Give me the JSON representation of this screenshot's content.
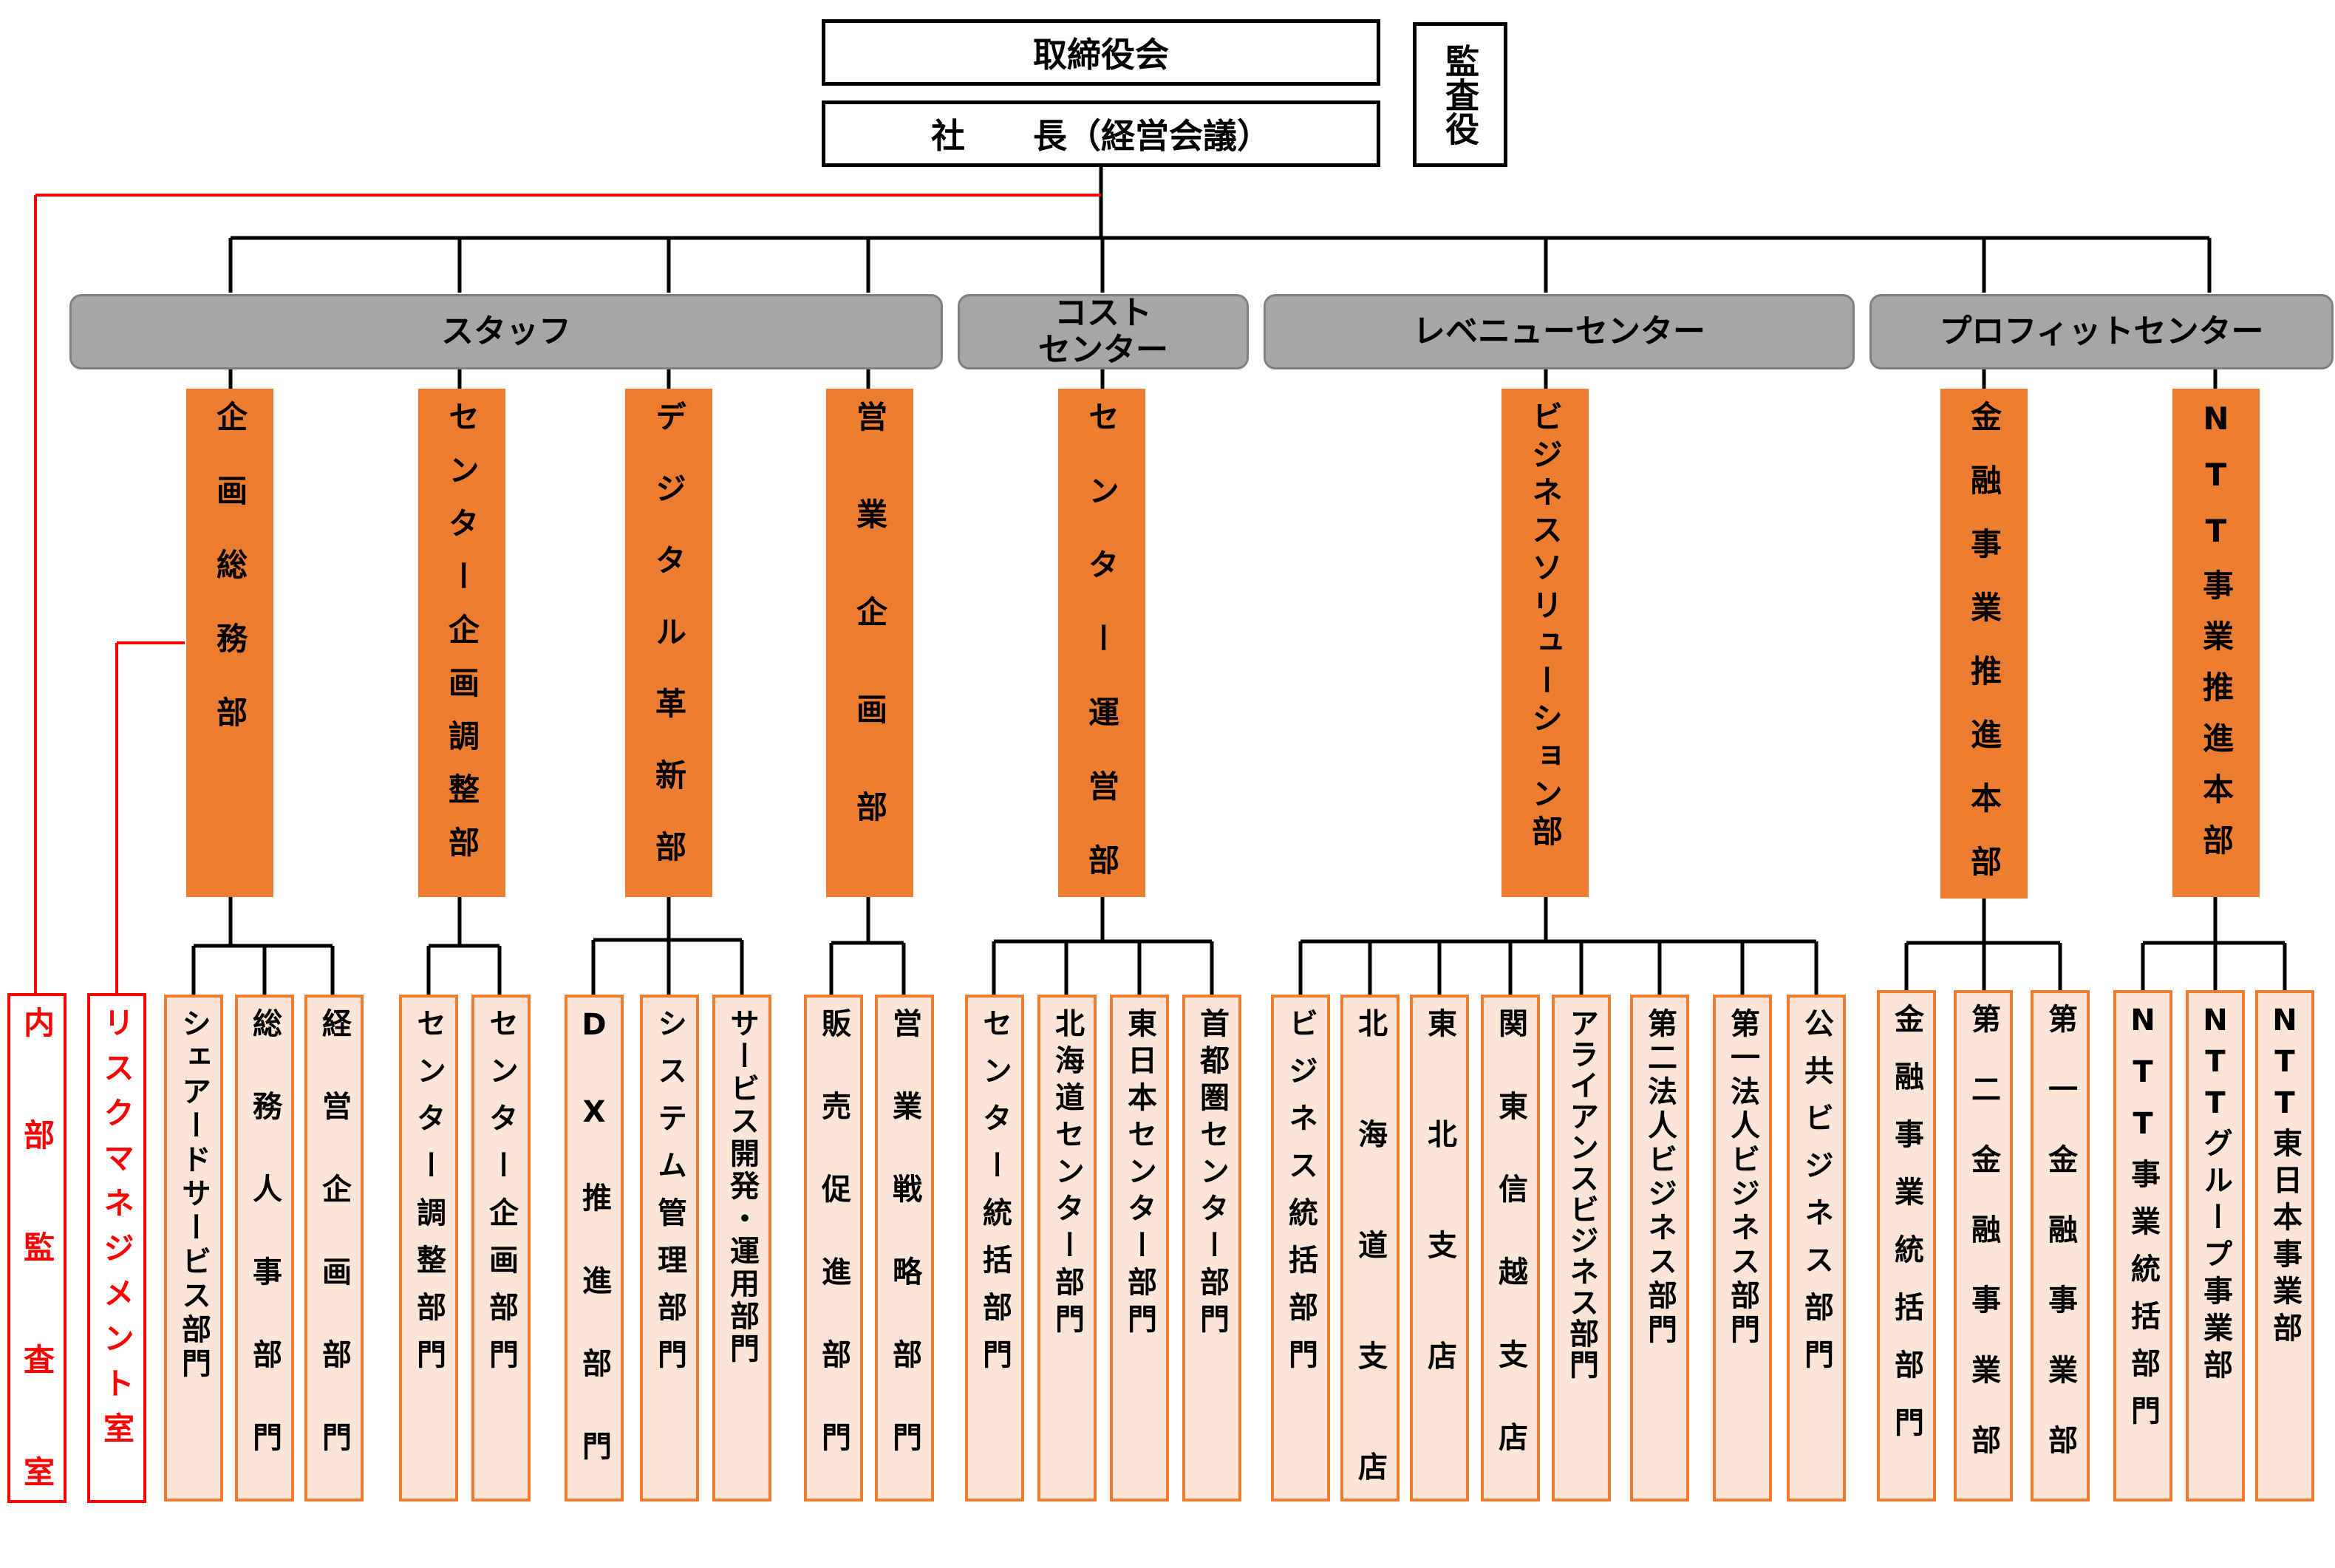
{
  "board": "取締役会",
  "president": "社　　長（経営会議）",
  "auditor": "監査役",
  "groups": {
    "staff": "スタッフ",
    "cost": "コスト\nセンター",
    "revenue": "レベニューセンター",
    "profit": "プロフィットセンター"
  },
  "departments": {
    "planning_general": "企画総務部",
    "center_planning": "センター企画調整部",
    "digital": "デジタル革新部",
    "sales_planning": "営業企画部",
    "center_operations": "センター運営部",
    "business_solution": "ビジネスソリューション部",
    "finance": "金融事業推進本部",
    "ntt": "NTT事業推進本部"
  },
  "sections": {
    "shared": "シェアードサービス部門",
    "hr": "総務人事部門",
    "mgmt_planning": "経営企画部門",
    "center_adjust": "センター調整部門",
    "center_plan": "センター企画部門",
    "dx": "DX推進部門",
    "system": "システム管理部門",
    "service_dev": "サービス開発・運用部門",
    "promotion": "販売促進部門",
    "strategy": "営業戦略部門",
    "center_overall": "センター統括部門",
    "hokkaido_center": "北海道センター部門",
    "east_center": "東日本センター部門",
    "capital_center": "首都圏センター部門",
    "biz_overall": "ビジネス統括部門",
    "hokkaido_branch": "北海道支店",
    "tohoku_branch": "東北支店",
    "kanto_branch": "関東信越支店",
    "alliance": "アライアンスビジネス部門",
    "corp2": "第二法人ビジネス部門",
    "corp1": "第一法人ビジネス部門",
    "public": "公共ビジネス部門",
    "fin_overall": "金融事業統括部門",
    "fin2": "第二金融事業部",
    "fin1": "第一金融事業部",
    "ntt_overall": "NTT事業統括部門",
    "ntt_group": "NTTグループ事業部",
    "ntt_east": "NTT東日本事業部"
  },
  "independent": {
    "internal_audit": "内部監査室",
    "risk_mgmt": "リスクマネジメント室"
  },
  "colors": {
    "line": "#000000",
    "audit_line": "#ff0000",
    "group_fill": "#a6a6a6",
    "dept_fill": "#ed7d31",
    "section_fill": "#fbe5d6",
    "section_border": "#ed7d31",
    "red": "#ff0000"
  }
}
